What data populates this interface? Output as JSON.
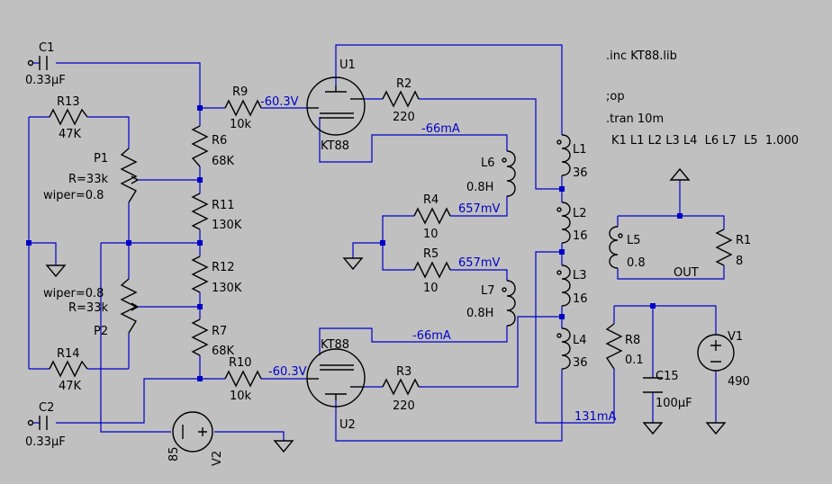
{
  "directives": {
    "inc": ".inc KT88.lib",
    "op": ";op",
    "tran": ".tran 10m",
    "coupling": "K1 L1 L2 L3 L4  L6 L7  L5  1.000"
  },
  "components": {
    "C1": {
      "name": "C1",
      "value": "0.33µF"
    },
    "C2": {
      "name": "C2",
      "value": "0.33µF"
    },
    "C15": {
      "name": "C15",
      "value": "100µF"
    },
    "R1": {
      "name": "R1",
      "value": "8"
    },
    "R2": {
      "name": "R2",
      "value": "220"
    },
    "R3": {
      "name": "R3",
      "value": "220"
    },
    "R4": {
      "name": "R4",
      "value": "10"
    },
    "R5": {
      "name": "R5",
      "value": "10"
    },
    "R6": {
      "name": "R6",
      "value": "68K"
    },
    "R7": {
      "name": "R7",
      "value": "68K"
    },
    "R8": {
      "name": "R8",
      "value": "0.1"
    },
    "R9": {
      "name": "R9",
      "value": "10k"
    },
    "R10": {
      "name": "R10",
      "value": "10k"
    },
    "R11": {
      "name": "R11",
      "value": "130K"
    },
    "R12": {
      "name": "R12",
      "value": "130K"
    },
    "R13": {
      "name": "R13",
      "value": "47K"
    },
    "R14": {
      "name": "R14",
      "value": "47K"
    },
    "P1": {
      "name": "P1",
      "r": "R=33k",
      "wiper": "wiper=0.8"
    },
    "P2": {
      "name": "P2",
      "r": "R=33k",
      "wiper": "wiper=0.8"
    },
    "L1": {
      "name": "L1",
      "value": "36"
    },
    "L2": {
      "name": "L2",
      "value": "16"
    },
    "L3": {
      "name": "L3",
      "value": "16"
    },
    "L4": {
      "name": "L4",
      "value": "36"
    },
    "L5": {
      "name": "L5",
      "value": "0.8"
    },
    "L6": {
      "name": "L6",
      "value": "0.8H"
    },
    "L7": {
      "name": "L7",
      "value": "0.8H"
    },
    "U1": {
      "name": "U1",
      "model": "KT88"
    },
    "U2": {
      "name": "U2",
      "model": "KT88"
    },
    "V1": {
      "name": "V1",
      "value": "490"
    },
    "V2": {
      "name": "V2",
      "value": "85"
    }
  },
  "annotations": {
    "grid1_v": "-60.3V",
    "grid2_v": "-60.3V",
    "i_u1": "-66mA",
    "i_u2": "-66mA",
    "v_r4": "657mV",
    "v_r5": "657mV",
    "i_supply": "131mA",
    "out_label": "OUT"
  }
}
